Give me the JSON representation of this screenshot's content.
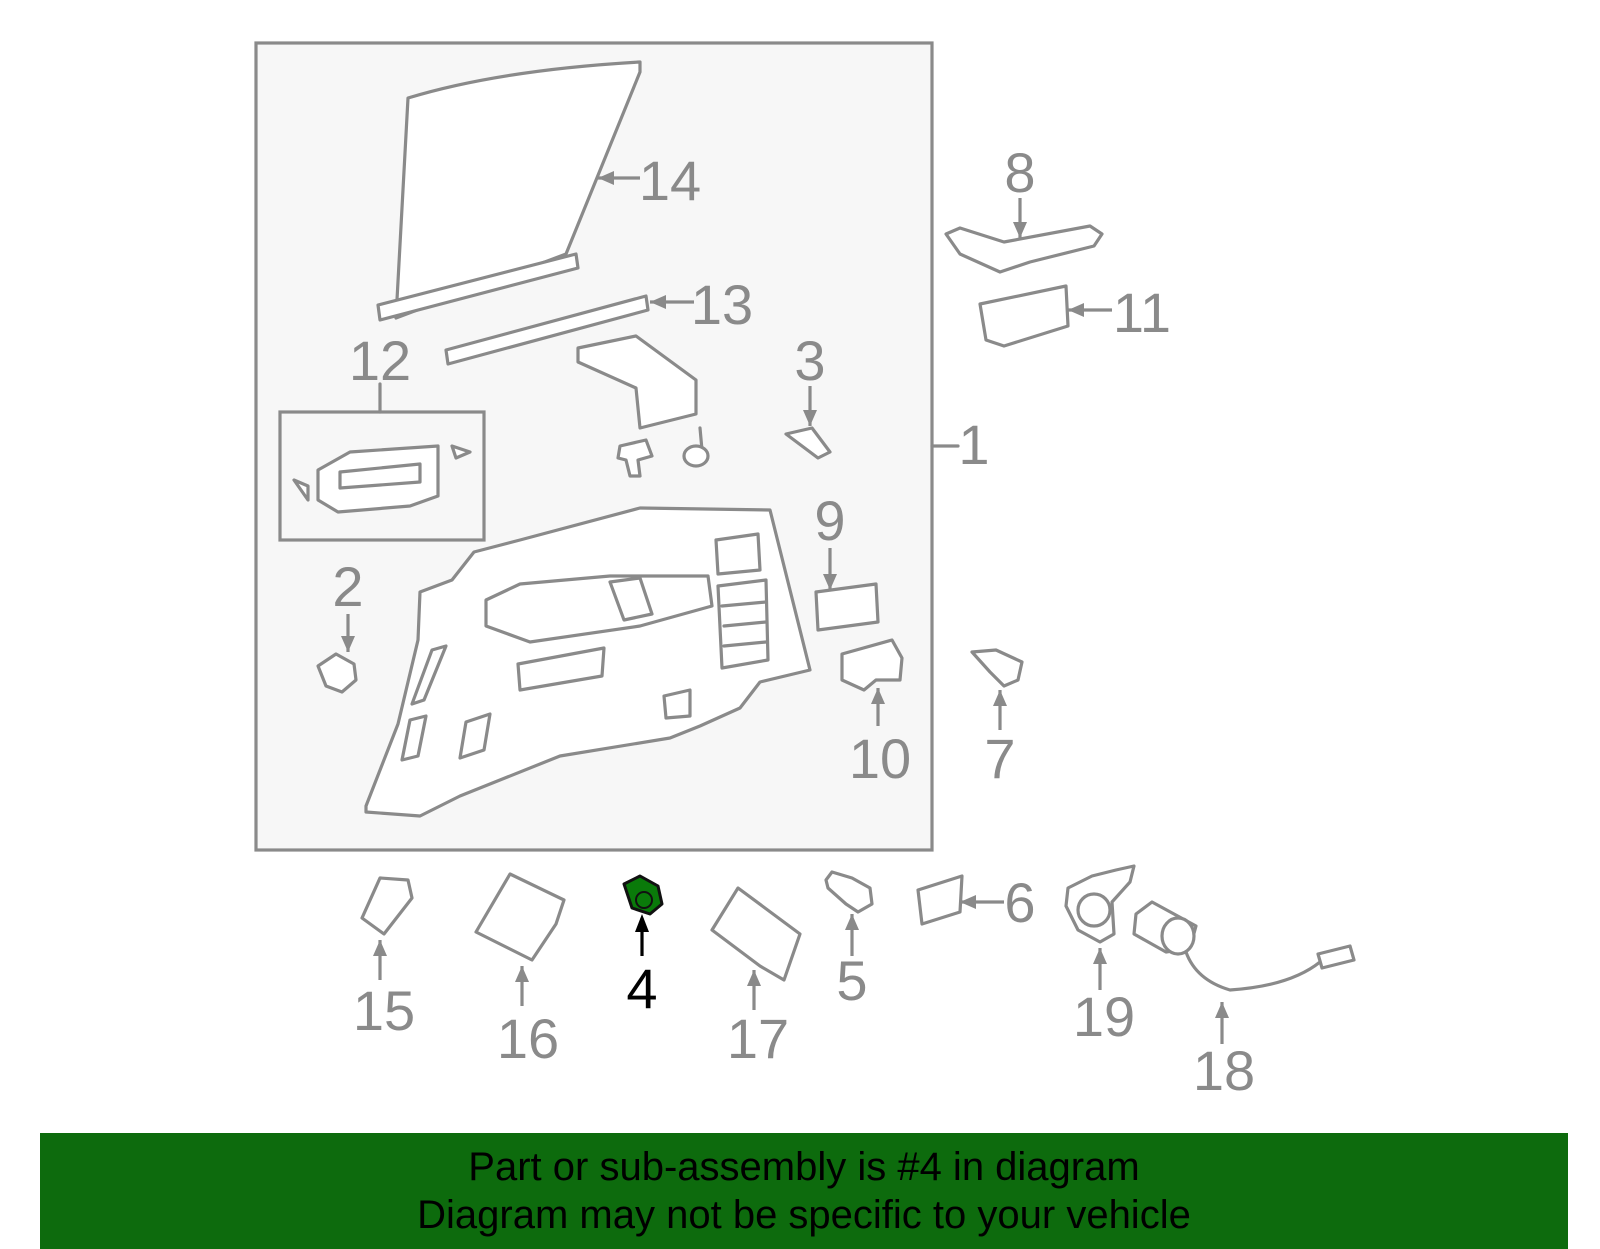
{
  "diagram": {
    "labels": {
      "n1": "1",
      "n2": "2",
      "n3": "3",
      "n4": "4",
      "n5": "5",
      "n6": "6",
      "n7": "7",
      "n8": "8",
      "n9": "9",
      "n10": "10",
      "n11": "11",
      "n12": "12",
      "n13": "13",
      "n14": "14",
      "n15": "15",
      "n16": "16",
      "n17": "17",
      "n18": "18",
      "n19": "19"
    },
    "highlighted_part": "4"
  },
  "colors": {
    "banner_bg": "#0d6b0d",
    "highlight": "#0a7a0a",
    "line_gray": "#8a8a8a",
    "panel_bg": "#f7f7f7"
  },
  "banner": {
    "line1": "Part or sub-assembly is #4 in diagram",
    "line2": "Diagram may not be specific to your vehicle"
  }
}
